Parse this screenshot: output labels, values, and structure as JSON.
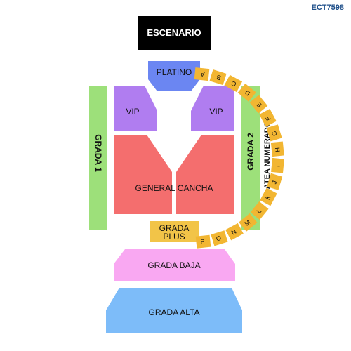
{
  "event_code": "ECT7598",
  "stage": {
    "label": "ESCENARIO",
    "color": "#000000"
  },
  "sections": {
    "platino": {
      "label": "PLATINO",
      "color": "#6b86f2"
    },
    "vip_left": {
      "label": "VIP",
      "color": "#b07df0"
    },
    "vip_right": {
      "label": "VIP",
      "color": "#b07df0"
    },
    "general_cancha": {
      "label": "GENERAL CANCHA",
      "color": "#f46e6e"
    },
    "grada_1": {
      "label": "GRADA 1",
      "color": "#9de07a"
    },
    "grada_2": {
      "label": "GRADA 2",
      "color": "#9de07a"
    },
    "grada_plus_line1": "GRADA",
    "grada_plus_line2": "PLUS",
    "grada_plus_color": "#f2c448",
    "grada_baja": {
      "label": "GRADA BAJA",
      "color": "#f9a8f2"
    },
    "grada_alta": {
      "label": "GRADA ALTA",
      "color": "#7dbcf9"
    }
  },
  "platea_numerado": {
    "label": "PLATEA NUMERADO",
    "color": "#f2b632",
    "rows": [
      "A",
      "B",
      "C",
      "D",
      "E",
      "F",
      "G",
      "H",
      "I",
      "J",
      "K",
      "L",
      "M",
      "N",
      "O",
      "P"
    ]
  }
}
